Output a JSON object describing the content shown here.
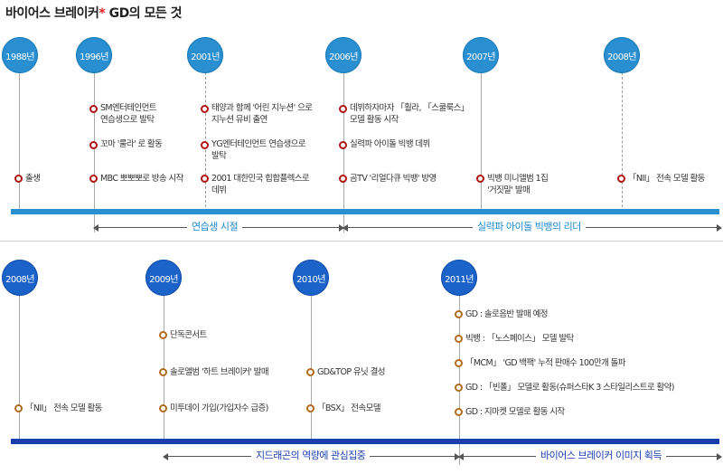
{
  "title": {
    "text": "바이어스 브레이커",
    "star": "*",
    "rest": " GD의 모든 것"
  },
  "colors": {
    "node_top": "#2a8fd0",
    "node_bottom": "#1c63c9",
    "bar_top": "#2a8fd0",
    "bar_bottom": "#1c3fb0",
    "dot_red": "#b01414",
    "dot_orange": "#b46a1b"
  },
  "top": {
    "years": [
      "1988년",
      "1996년",
      "2001년",
      "2006년",
      "2007년",
      "2008년"
    ],
    "y1988": {
      "e1": "출생"
    },
    "y1996": {
      "e1a": "SM엔터테인먼트",
      "e1b": "연습생으로 발탁",
      "e2": "꼬마 '룰라' 로 활동",
      "e3": "MBC 뽀뽀뽀로 방송 시작"
    },
    "y2001": {
      "e1a": "태양과 함께 '어린 지누션' 으로",
      "e1b": "지누션 뮤비 출연",
      "e2a": "YG엔터테인먼트 연습생으로",
      "e2b": "발탁",
      "e3a": "2001 대한민국 힙합플렉스로",
      "e3b": "데뷔"
    },
    "y2006": {
      "e1a": "데뷔하자마자 「훨라, 「스쿨룩스」",
      "e1b": "모델 활동 시작",
      "e2": "실력파 아이돌 빅뱅 데뷔",
      "e3": "곰TV '리얼다큐 빅뱅' 방영"
    },
    "y2007": {
      "e1a": "빅뱅 미니앨범 1집",
      "e1b": "'거짓말' 발매"
    },
    "y2008": {
      "e1": "「NII」 전속 모델 활동"
    },
    "spans": {
      "s1": "연습생 시절",
      "s2": "실력파 아이돌 빅뱅의 리더"
    }
  },
  "bottom": {
    "years": [
      "2008년",
      "2009년",
      "2010년",
      "2011년"
    ],
    "y2008": {
      "e1": "「NII」 전속 모델 활동"
    },
    "y2009": {
      "e1": "단독콘서트",
      "e2": "솔로앨범 '하트 브레이커' 발매",
      "e3": "미투데이 가입(가입자수 급증)"
    },
    "y2010": {
      "e1": "GD&TOP 유닛 결성",
      "e2": "「BSX」 전속모델"
    },
    "y2011": {
      "e1": "GD : 솔로음반 발매 예정",
      "e2": "빅뱅 : 「노스페이스」 모델 발탁",
      "e3": "「MCM」 'GD 백팩' 누적 판매수 100만개 돌파",
      "e4": "GD : 「빈폴」 모델로 활동(슈퍼스타K 3 스타일리스트로 활약)",
      "e5": "GD : 지마켓 모델로 활동 시작"
    },
    "spans": {
      "s1": "지드래곤의 역량에 관심집중",
      "s2": "바이어스 브레이커 이미지 획득"
    }
  }
}
